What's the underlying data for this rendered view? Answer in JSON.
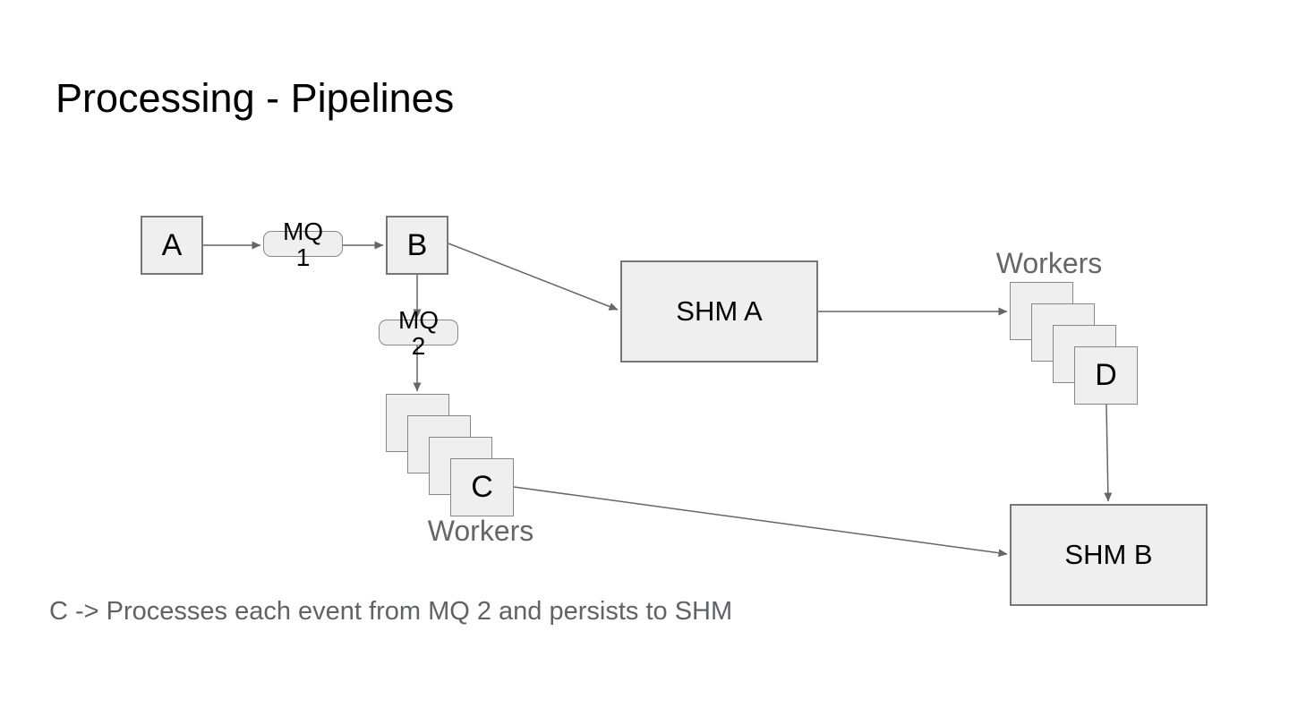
{
  "slide": {
    "title": "Processing - Pipelines",
    "caption": "C -> Processes each event from MQ 2 and persists to SHM"
  },
  "diagram": {
    "nodes": {
      "a": {
        "label": "A",
        "shape": "square"
      },
      "mq1": {
        "label": "MQ 1",
        "shape": "rounded-pill"
      },
      "b": {
        "label": "B",
        "shape": "square"
      },
      "mq2": {
        "label": "MQ 2",
        "shape": "rounded-pill"
      },
      "worker_stack_c": {
        "label": "C",
        "shape": "stacked-squares",
        "stack_count": 4,
        "group_label": "Workers"
      },
      "shm_a": {
        "label": "SHM A",
        "shape": "rectangle"
      },
      "worker_stack_d": {
        "label": "D",
        "shape": "stacked-squares",
        "stack_count": 4,
        "group_label": "Workers"
      },
      "shm_b": {
        "label": "SHM B",
        "shape": "rectangle"
      }
    },
    "edges": [
      {
        "from": "A",
        "to": "MQ 1",
        "arrow": true
      },
      {
        "from": "MQ 1",
        "to": "B",
        "arrow": true
      },
      {
        "from": "B",
        "to": "MQ 2",
        "arrow": true
      },
      {
        "from": "MQ 2",
        "to": "worker stack C",
        "arrow": true
      },
      {
        "from": "B",
        "to": "SHM A",
        "arrow": true
      },
      {
        "from": "SHM A",
        "to": "worker stack D",
        "arrow": true
      },
      {
        "from": "D",
        "to": "SHM B",
        "arrow": true
      },
      {
        "from": "C",
        "to": "SHM B",
        "arrow": true
      }
    ],
    "colors": {
      "node_fill": "#efefef",
      "node_border": "#777777",
      "edge_stroke": "#666666",
      "label_text": "#000000",
      "muted_text": "#666666",
      "caption_text": "#5f6368",
      "background": "#ffffff"
    }
  }
}
